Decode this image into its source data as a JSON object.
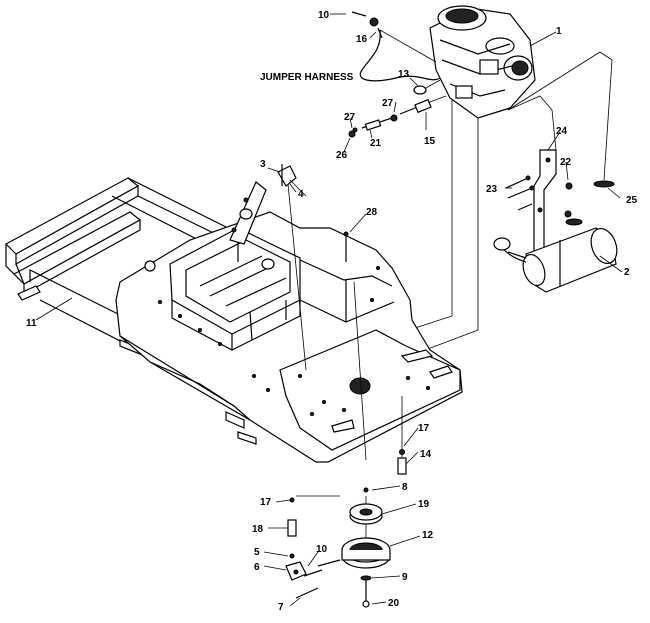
{
  "labels": {
    "jumper_harness": "JUMPER HARNESS",
    "p1": "1",
    "p2": "2",
    "p3": "3",
    "p4": "4",
    "p5": "5",
    "p6": "6",
    "p7": "7",
    "p8": "8",
    "p9": "9",
    "p10a": "10",
    "p10b": "10",
    "p11": "11",
    "p12": "12",
    "p13": "13",
    "p14": "14",
    "p15": "15",
    "p16": "16",
    "p17a": "17",
    "p17b": "17",
    "p18": "18",
    "p19": "19",
    "p20": "20",
    "p21": "21",
    "p22": "22",
    "p23": "23",
    "p24": "24",
    "p25": "25",
    "p26": "26",
    "p27a": "27",
    "p27b": "27",
    "p28": "28"
  }
}
